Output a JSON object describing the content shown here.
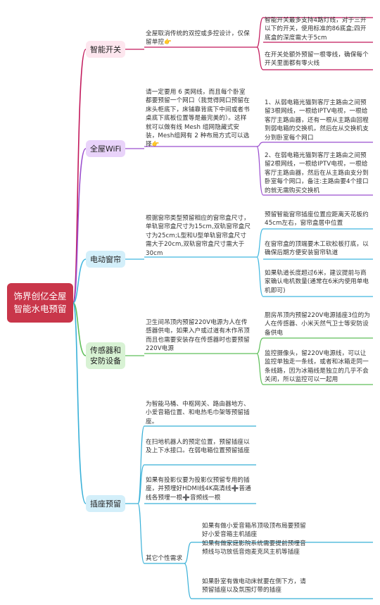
{
  "colors": {
    "root": "#c9364a",
    "smart_switch": "#c2185b",
    "wifi": "#9b4fcf",
    "curtain": "#42b8e0",
    "sensor": "#5fbf5a",
    "socket": "#38b0d8"
  },
  "root": {
    "label": "饰界创亿全屋智能水电预留"
  },
  "branches": {
    "smart_switch": {
      "label": "智能开关",
      "note": "全屋取消传统的双控或多控设计，仅保留单控👉",
      "details": [
        "智能开关最多支持4路灯线，对于三开以下的开关，使用标准的86底盒;四开底盒的深度需大于5cm",
        "在开关处额外预留一根零线，确保每个开关里面都有零火线"
      ]
    },
    "wifi": {
      "label": "全屋WiFi",
      "note": "请一定要用 6 类网线，而且每个卧室都要预留一个网口（我觉得网口预留在床头柜底下，床铺靠背底下中间或者书桌底下底板位置等是最完美的）。这样就可以做有线 Mesh 组网隐藏式安装，Mesh组网有 2 种布局方式可以选择👉",
      "details": [
        "1、从弱电箱光猫到客厅主路由之间预留3根网线，一根给IPTV电视，一根给客厅主路由器，还有一根从主路由回程到弱电箱的交换机，然后在从交换机支分到卧室每个网口",
        "2、在弱电箱光猫到客厅主路由之间预留2根网线，一根给IPTV电视，一根给客厅主路由器，然后在从主路由支分到卧室每个网口，备注:主路由要4个接口的就无需购买交换机"
      ]
    },
    "curtain": {
      "label": "电动窗帘",
      "note": "根据窗帘类型预留相应的窗帘盒尺寸，单轨窗帘盒尺寸为15cm,双轨窗帘盒尺寸为25cm;L型和U型单轨窗帘盒尺寸需大于20cm,双轨窗帘盒尺寸需大于30cm",
      "details": [
        "预留智能窗帘插座位置应距离天花板约45cm左右，窗帘盒居中位置",
        "在窗帘盒的顶端要木工砍松板打底，以确保后期方便安装窗帘轨道",
        "如果轨道长度超过6米，建议提前与商家确认电机数量(通常在6米内使用单电机即可)"
      ]
    },
    "sensor": {
      "label": "传感器和安防设备",
      "note": "卫生间吊顶内预留220V电源为人在传感器供电，如果入户或过道有木作吊顶而且也需要安装存在传感器时也要预留220V电源",
      "details": [
        "厨房吊顶内预留220V电源插座3位的为人在传感器、小米天然气卫士等安防设备供电",
        "监控摄像头，留220V电源线，可以让监控单独走一条线，或者和冰箱走同一条线路，因为冰箱线是独立的几乎不会关闭，所以监控可以一起用"
      ]
    },
    "socket": {
      "label": "插座预留",
      "items": [
        "为智能马桶、中枢网关、路由器地方、小爱音箱位置、和电热毛巾架等预留插座。",
        "在扫地机器人的预定位置，预留插座以及上下水接口。在弱电箱位置预留插座",
        "如果有投影仪要为投影仪预留专用的插座，并预埋好HDMI线4K高清线➕普通线各预埋一根➕音频线一根"
      ],
      "other": {
        "label": "其它个性需求",
        "details": [
          "如果有做小爱音箱吊顶吸顶布局要预留好小爱音箱主机插座",
          "如果有做家庭影院系统需要提前预埋音频线与功放低音炮麦克风主机等插座",
          "如果卧室有做电动床就要在侧下方，请预留插座以及氛围灯带的插座"
        ]
      }
    }
  }
}
